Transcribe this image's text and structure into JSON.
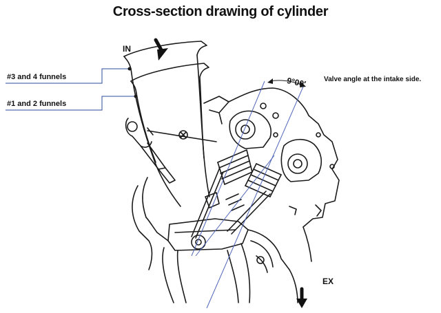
{
  "title": "Cross-section drawing of cylinder",
  "labels": {
    "intake": "IN",
    "exhaust": "EX",
    "funnels_34": "#3 and 4 funnels",
    "funnels_12": "#1 and 2 funnels",
    "angle_value": "9°00′",
    "angle_caption": "Valve angle at the intake side."
  },
  "colors": {
    "leader_line": "#2b4a9a",
    "axis_line": "#4f66b8",
    "drawing": "#1a1a1a"
  }
}
